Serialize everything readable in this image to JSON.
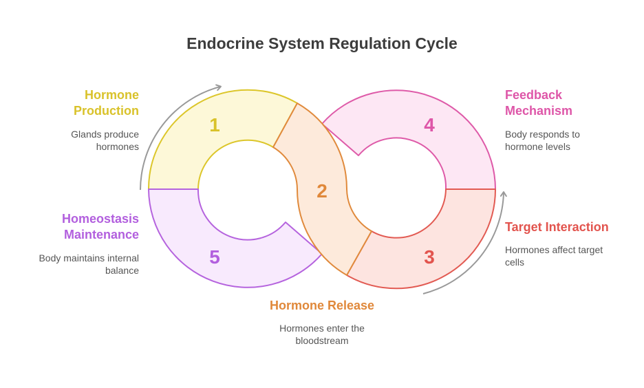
{
  "title": "Endocrine System Regulation Cycle",
  "steps": [
    {
      "number": "1",
      "label_lines": [
        "Hormone",
        "Production"
      ],
      "desc_lines": [
        "Glands produce",
        "hormones"
      ],
      "color": "#dcc62a",
      "fill": "#fdf8d8",
      "text_color": "#d9c22a"
    },
    {
      "number": "2",
      "label_lines": [
        "Hormone Release"
      ],
      "desc_lines": [
        "Hormones enter the",
        "bloodstream"
      ],
      "color": "#e08a3c",
      "fill": "#fdeadb",
      "text_color": "#e0883a"
    },
    {
      "number": "3",
      "label_lines": [
        "Target Interaction"
      ],
      "desc_lines": [
        "Hormones affect target",
        "cells"
      ],
      "color": "#e25a52",
      "fill": "#fde4e0",
      "text_color": "#e2544e"
    },
    {
      "number": "4",
      "label_lines": [
        "Feedback",
        "Mechanism"
      ],
      "desc_lines": [
        "Body responds to",
        "hormone levels"
      ],
      "color": "#de5aa8",
      "fill": "#fde7f4",
      "text_color": "#de56a8"
    },
    {
      "number": "5",
      "label_lines": [
        "Homeostasis",
        "Maintenance"
      ],
      "desc_lines": [
        "Body maintains internal",
        "balance"
      ],
      "color": "#b563de",
      "fill": "#f8eafd",
      "text_color": "#b25fde"
    }
  ],
  "arrow_color": "#999999"
}
